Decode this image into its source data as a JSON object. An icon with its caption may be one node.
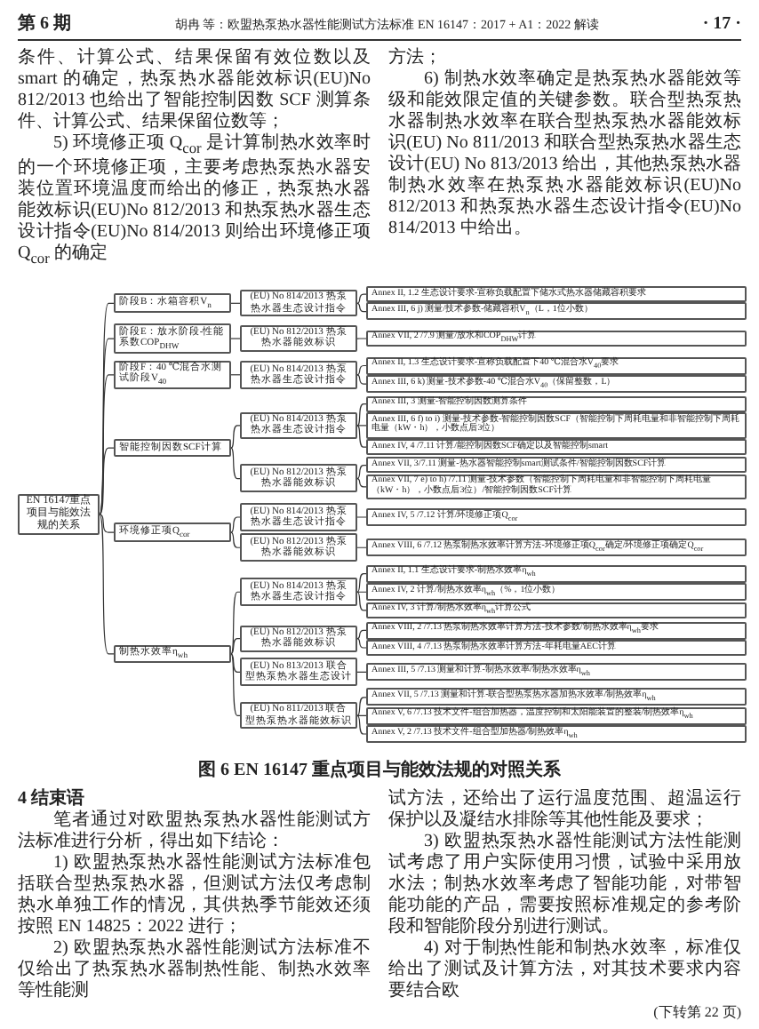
{
  "diagram": {
    "caption": "图 6 EN 16147 重点项目与能效法规的对照关系",
    "nodes": [
      {
        "text": [
          "EN 16147重点项目与能效法规的关系"
        ]
      },
      {
        "text": [
          "阶段B：水箱容积V$_{n}$"
        ]
      },
      {
        "text": [
          "(EU) No 814/2013 热泵热水器生态设计指令"
        ]
      },
      {
        "text": [
          "Annex II, 1.2 生态设计要求-宣称负载配置下储水式热水器储藏容积要求"
        ]
      },
      {
        "text": [
          "Annex III, 6 j) 测量/技术参数-储藏容积V$_{n}$（L，1位小数）"
        ]
      },
      {
        "text": [
          "阶段E：放水阶段-性能系数COP$_{DHW}$"
        ]
      },
      {
        "text": [
          "(EU) No 812/2013 热泵热水器能效标识"
        ]
      },
      {
        "text": [
          "Annex VII, 2 /7.9 测量/放水和COP$_{DHW}$计算"
        ]
      },
      {
        "text": [
          "阶段F：40 ℃混合水测试阶段V$_{40}$"
        ]
      },
      {
        "text": [
          "(EU) No 814/2013 热泵热水器生态设计指令"
        ]
      },
      {
        "text": [
          "Annex II, 1.3 生态设计要求-宣称负载配置下40 ℃混合水V$_{40}$要求"
        ]
      },
      {
        "text": [
          "Annex III, 6 k) 测量-技术参数-40 ℃混合水V$_{40}$（保留整数，L）"
        ]
      },
      {
        "text": [
          "智能控制因数SCF计算"
        ]
      },
      {
        "text": [
          "(EU) No 814/2013 热泵热水器生态设计指令"
        ]
      },
      {
        "text": [
          "Annex III, 3 测量-智能控制因数测算条件"
        ]
      },
      {
        "text": [
          "Annex III, 6 f) to i) 测量-技术参数-智能控制因数SCF（智能控制下周耗电量和非智能控制下周耗电量（kW・h），小数点后3位）"
        ]
      },
      {
        "text": [
          "Annex IV, 4 /7.11 计算/能控制因数SCF确定以及智能控制smart"
        ]
      },
      {
        "text": [
          "(EU) No 812/2013 热泵热水器能效标识"
        ]
      },
      {
        "text": [
          "Annex VII, 3/7.11 测量-热水器智能控制smart测试条件/智能控制因数SCF计算"
        ]
      },
      {
        "text": [
          "Annex VII, 7 e) to h) /7.11 测量-技术参数（智能控制下周耗电量和非智能控制下周耗电量（kW・h），小数点后3位）/智能控制因数SCF计算"
        ]
      },
      {
        "text": [
          "环境修正项Q$_{cor}$"
        ]
      },
      {
        "text": [
          "(EU) No 814/2013 热泵热水器生态设计指令"
        ]
      },
      {
        "text": [
          "Annex IV, 5 /7.12 计算/环境修正项Q$_{cor}$"
        ]
      },
      {
        "text": [
          "(EU) No 812/2013 热泵热水器能效标识"
        ]
      },
      {
        "text": [
          "Annex VIII, 6 /7.12 热泵制热水效率计算方法-环境修正项Q$_{cor}$确定/环境修正项确定Q$_{cor}$"
        ]
      },
      {
        "text": [
          "制热水效率η$_{wh}$"
        ]
      },
      {
        "text": [
          "(EU) No 814/2013 热泵热水器生态设计指令"
        ]
      },
      {
        "text": [
          "Annex II, 1.1 生态设计要求-制热水效率η$_{wh}$"
        ]
      },
      {
        "text": [
          "Annex IV, 2 计算/制热水效率η$_{wh}$（%，1位小数）"
        ]
      },
      {
        "text": [
          "Annex IV, 3 计算/制热水效率η$_{wh}$计算公式"
        ]
      },
      {
        "text": [
          "(EU) No 812/2013 热泵热水器能效标识"
        ]
      },
      {
        "text": [
          "Annex VIII, 2 /7.13 热泵制热水效率计算方法-技术参数/制热水效率η$_{wh}$要求"
        ]
      },
      {
        "text": [
          "Annex VIII, 4 /7.13 热泵制热水效率计算方法-年耗电量AEC计算"
        ]
      },
      {
        "text": [
          "(EU) No 813/2013 联合型热泵热水器生态设计"
        ]
      },
      {
        "text": [
          "Annex III, 5 /7.13 测量和计算-制热水效率/制热水效率η$_{wh}$"
        ]
      },
      {
        "text": [
          "(EU) No 811/2013 联合型热泵热水器能效标识"
        ]
      },
      {
        "text": [
          "Annex VII, 5 /7.13 测量和计算-联合型热泵热水器加热水效率/制热效率η$_{wh}$"
        ]
      },
      {
        "text": [
          "Annex V, 6 /7.13 技术文件-组合加热器，温度控制和太阳能装置的整装/制热效率η$_{wh}$"
        ]
      },
      {
        "text": [
          "Annex V, 2 /7.13 技术文件-组合型加热器/制热效率η$_{wh}$"
        ]
      }
    ],
    "edges": [
      {
        "from": 0,
        "to": 1,
        "arrow": "none"
      },
      {
        "from": 0,
        "to": 5,
        "arrow": "none"
      },
      {
        "from": 0,
        "to": 8,
        "arrow": "none"
      },
      {
        "from": 0,
        "to": 12,
        "arrow": "none"
      },
      {
        "from": 0,
        "to": 20,
        "arrow": "none"
      },
      {
        "from": 0,
        "to": 25,
        "arrow": "none"
      },
      {
        "from": 1,
        "to": 2,
        "arrow": "none"
      },
      {
        "from": 2,
        "to": 3,
        "arrow": "none"
      },
      {
        "from": 2,
        "to": 4,
        "arrow": "none"
      },
      {
        "from": 5,
        "to": 6,
        "arrow": "none"
      },
      {
        "from": 6,
        "to": 7,
        "arrow": "none"
      },
      {
        "from": 8,
        "to": 9,
        "arrow": "none"
      },
      {
        "from": 9,
        "to": 10,
        "arrow": "none"
      },
      {
        "from": 9,
        "to": 11,
        "arrow": "none"
      },
      {
        "from": 12,
        "to": 13,
        "arrow": "none"
      },
      {
        "from": 12,
        "to": 17,
        "arrow": "none"
      },
      {
        "from": 13,
        "to": 14,
        "arrow": "none"
      },
      {
        "from": 13,
        "to": 15,
        "arrow": "none"
      },
      {
        "from": 13,
        "to": 16,
        "arrow": "none"
      },
      {
        "from": 17,
        "to": 18,
        "arrow": "none"
      },
      {
        "from": 17,
        "to": 19,
        "arrow": "none"
      },
      {
        "from": 20,
        "to": 21,
        "arrow": "none"
      },
      {
        "from": 20,
        "to": 23,
        "arrow": "none"
      },
      {
        "from": 21,
        "to": 22,
        "arrow": "none"
      },
      {
        "from": 23,
        "to": 24,
        "arrow": "none"
      },
      {
        "from": 25,
        "to": 26,
        "arrow": "none"
      },
      {
        "from": 25,
        "to": 30,
        "arrow": "none"
      },
      {
        "from": 25,
        "to": 33,
        "arrow": "none"
      },
      {
        "from": 25,
        "to": 35,
        "arrow": "none"
      },
      {
        "from": 26,
        "to": 27,
        "arrow": "none"
      },
      {
        "from": 26,
        "to": 28,
        "arrow": "none"
      },
      {
        "from": 26,
        "to": 29,
        "arrow": "none"
      },
      {
        "from": 30,
        "to": 31,
        "arrow": "none"
      },
      {
        "from": 30,
        "to": 32,
        "arrow": "none"
      },
      {
        "from": 33,
        "to": 34,
        "arrow": "none"
      },
      {
        "from": 35,
        "to": 36,
        "arrow": "none"
      },
      {
        "from": 35,
        "to": 37,
        "arrow": "none"
      },
      {
        "from": 35,
        "to": 38,
        "arrow": "none"
      }
    ],
    "labels": [
      "第 6 期",
      "胡冉 等：欧盟热泵热水器性能测试方法标准 EN 16147：2017 + A1：2022 解读",
      "· 17 ·",
      "条件、计算公式、结果保留有效位数以及 smart 的确定，热泵热水器能效标识(EU)No 812/2013 也给出了智能控制因数 SCF 测算条件、计算公式、结果保留位数等；",
      "5) 环境修正项 Q$_{cor}$ 是计算制热水效率时的一个环境修正项，主要考虑热泵热水器安装位置环境温度而给出的修正，热泵热水器能效标识(EU)No 812/2013 和热泵热水器生态设计指令(EU)No 814/2013 则给出环境修正项 Q$_{cor}$ 的确定",
      "方法；",
      "6) 制热水效率确定是热泵热水器能效等级和能效限定值的关键参数。联合型热泵热水器制热水效率在联合型热泵热水器能效标识(EU) No 811/2013 和联合型热泵热水器生态设计(EU) No 813/2013 给出，其他热泵热水器制热水效率在热泵热水器能效标识(EU)No 812/2013 和热泵热水器生态设计指令(EU)No 814/2013 中给出。",
      "4 结束语",
      "笔者通过对欧盟热泵热水器性能测试方法标准进行分析，得出如下结论：",
      "1) 欧盟热泵热水器性能测试方法标准包括联合型热泵热水器，但测试方法仅考虑制热水单独工作的情况，其供热季节能效还须按照 EN 14825：2022 进行；",
      "2) 欧盟热泵热水器性能测试方法标准不仅给出了热泵热水器制热性能、制热水效率等性能测",
      "试方法，还给出了运行温度范围、超温运行保护以及凝结水排除等其他性能及要求；",
      "3) 欧盟热泵热水器性能测试方法性能测试考虑了用户实际使用习惯，试验中采用放水法；制热水效率考虑了智能功能，对带智能功能的产品，需要按照标准规定的参考阶段和智能阶段分别进行测试。",
      "4) 对于制热性能和制热水效率，标准仅给出了测试及计算方法，对其技术要求内容要结合欧",
      "(下转第 22 页)"
    ]
  }
}
